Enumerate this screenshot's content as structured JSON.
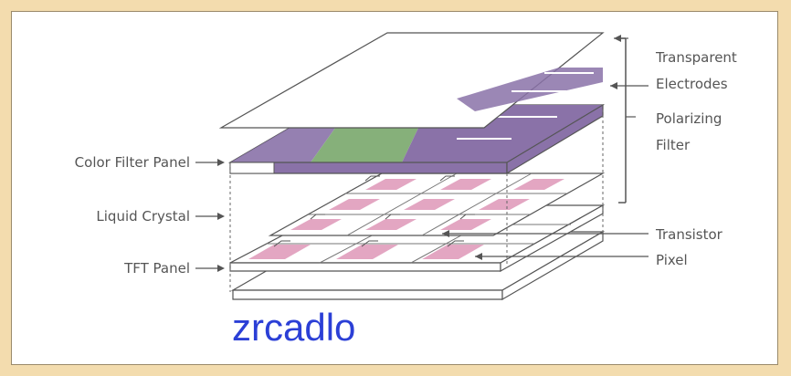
{
  "labels": {
    "transparent": "Transparent",
    "electrodes": "Electrodes",
    "polarizing": "Polarizing",
    "filter": "Filter",
    "color_filter_panel": "Color Filter Panel",
    "liquid_crystal": "Liquid Crystal",
    "tft_panel": "TFT Panel",
    "transistor": "Transistor",
    "pixel": "Pixel"
  },
  "watermark": "zrcadlo",
  "colors": {
    "background": "#f3dcae",
    "purple_filter": "#8a72a8",
    "green_filter": "#86b07a",
    "pixel_pink": "#e3a6c2",
    "line": "#555555",
    "watermark": "#2b3fd6"
  }
}
